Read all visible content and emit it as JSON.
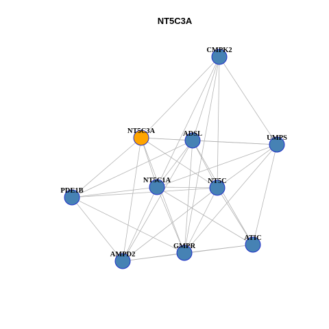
{
  "title": "NT5C3A",
  "colors": {
    "node_fill": "#4682b4",
    "focus_fill": "#ffa500",
    "node_border": "#1f2fc8",
    "edge": "#b3b3b3"
  },
  "nodes": [
    {
      "id": "CMPK2",
      "label": "CMPK2",
      "focus": false
    },
    {
      "id": "NT5C3A",
      "label": "NT5C3A",
      "focus": true
    },
    {
      "id": "ADSL",
      "label": "ADSL",
      "focus": false
    },
    {
      "id": "UMPS",
      "label": "UMPS",
      "focus": false
    },
    {
      "id": "NT5C1A",
      "label": "NT5C1A",
      "focus": false
    },
    {
      "id": "NT5C",
      "label": "NT5C",
      "focus": false
    },
    {
      "id": "PDE1B",
      "label": "PDE1B",
      "focus": false
    },
    {
      "id": "ATIC",
      "label": "ATIC",
      "focus": false
    },
    {
      "id": "GMPR",
      "label": "GMPR",
      "focus": false
    },
    {
      "id": "AMPD2",
      "label": "AMPD2",
      "focus": false
    }
  ],
  "edges": [
    [
      "CMPK2",
      "NT5C3A"
    ],
    [
      "CMPK2",
      "ADSL"
    ],
    [
      "CMPK2",
      "UMPS"
    ],
    [
      "CMPK2",
      "NT5C1A"
    ],
    [
      "CMPK2",
      "NT5C"
    ],
    [
      "CMPK2",
      "GMPR"
    ],
    [
      "NT5C3A",
      "ADSL"
    ],
    [
      "NT5C3A",
      "UMPS"
    ],
    [
      "NT5C3A",
      "PDE1B"
    ],
    [
      "NT5C3A",
      "NT5C1A"
    ],
    [
      "NT5C3A",
      "NT5C"
    ],
    [
      "NT5C3A",
      "AMPD2"
    ],
    [
      "NT5C3A",
      "GMPR"
    ],
    [
      "ADSL",
      "PDE1B"
    ],
    [
      "ADSL",
      "NT5C1A"
    ],
    [
      "ADSL",
      "NT5C"
    ],
    [
      "ADSL",
      "ATIC"
    ],
    [
      "ADSL",
      "GMPR"
    ],
    [
      "ADSL",
      "AMPD2"
    ],
    [
      "ADSL",
      "UMPS"
    ],
    [
      "UMPS",
      "NT5C1A"
    ],
    [
      "UMPS",
      "NT5C"
    ],
    [
      "UMPS",
      "ATIC"
    ],
    [
      "UMPS",
      "GMPR"
    ],
    [
      "NT5C1A",
      "PDE1B"
    ],
    [
      "NT5C1A",
      "NT5C"
    ],
    [
      "NT5C1A",
      "ATIC"
    ],
    [
      "NT5C1A",
      "GMPR"
    ],
    [
      "NT5C1A",
      "AMPD2"
    ],
    [
      "NT5C",
      "PDE1B"
    ],
    [
      "NT5C",
      "ATIC"
    ],
    [
      "NT5C",
      "GMPR"
    ],
    [
      "NT5C",
      "AMPD2"
    ],
    [
      "PDE1B",
      "AMPD2"
    ],
    [
      "PDE1B",
      "GMPR"
    ],
    [
      "GMPR",
      "AMPD2"
    ],
    [
      "GMPR",
      "ATIC"
    ],
    [
      "AMPD2",
      "ATIC"
    ]
  ]
}
